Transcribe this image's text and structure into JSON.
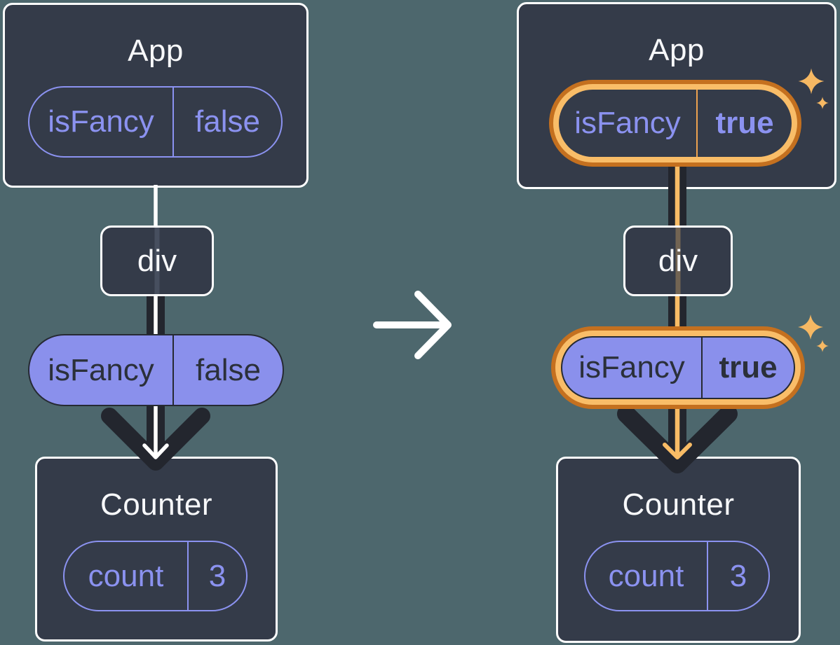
{
  "diagram": "react-component-tree-prop-change",
  "colors": {
    "background": "#4d676d",
    "card_fill": "#343b49",
    "card_border": "#ffffff",
    "purple_stroke": "#8b92f0",
    "purple_fill": "#8a90ec",
    "dark_edge": "#23262e",
    "orange_ring_dark": "#c4701f",
    "orange_ring_light": "#f9bd68",
    "orange_edge": "#f8bc66",
    "sparkle": "#f6b863",
    "title_text": "#f7f8fa",
    "dark_text": "#2b303a"
  },
  "transition": {
    "icon": "arrow-right-icon",
    "color": "#ffffff"
  },
  "before": {
    "app": {
      "title": "App",
      "prop": {
        "key": "isFancy",
        "value": "false",
        "highlighted": false
      }
    },
    "div": {
      "label": "div"
    },
    "passed_prop": {
      "key": "isFancy",
      "value": "false",
      "highlighted": false
    },
    "counter": {
      "title": "Counter",
      "state": {
        "key": "count",
        "value": "3"
      }
    }
  },
  "after": {
    "app": {
      "title": "App",
      "prop": {
        "key": "isFancy",
        "value": "true",
        "highlighted": true
      }
    },
    "div": {
      "label": "div"
    },
    "passed_prop": {
      "key": "isFancy",
      "value": "true",
      "highlighted": true
    },
    "counter": {
      "title": "Counter",
      "state": {
        "key": "count",
        "value": "3"
      }
    }
  }
}
